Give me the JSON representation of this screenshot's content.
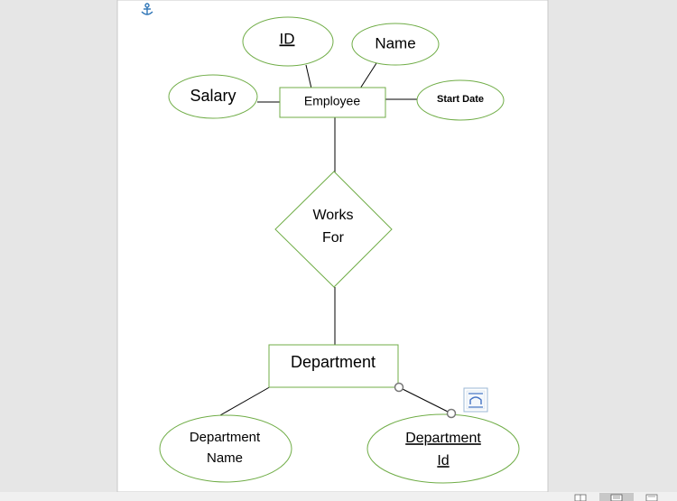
{
  "entities": {
    "employee": "Employee",
    "department": "Department"
  },
  "relationship": {
    "line1": "Works",
    "line2": "For"
  },
  "attributes": {
    "id": "ID",
    "name": "Name",
    "salary": "Salary",
    "start_date": "Start Date",
    "dept_name_line1": "Department",
    "dept_name_line2": "Name",
    "dept_id_line1": "Department",
    "dept_id_line2": "Id"
  },
  "colors": {
    "shape_outline": "#70ad47",
    "connector": "#000000",
    "anchor_icon": "#2e75b6"
  },
  "icons": {
    "anchor": "anchor-icon",
    "layout_options": "layout-options-icon",
    "view_read_mode": "read-mode-icon",
    "view_print_layout": "print-layout-icon",
    "view_web_layout": "web-layout-icon"
  }
}
